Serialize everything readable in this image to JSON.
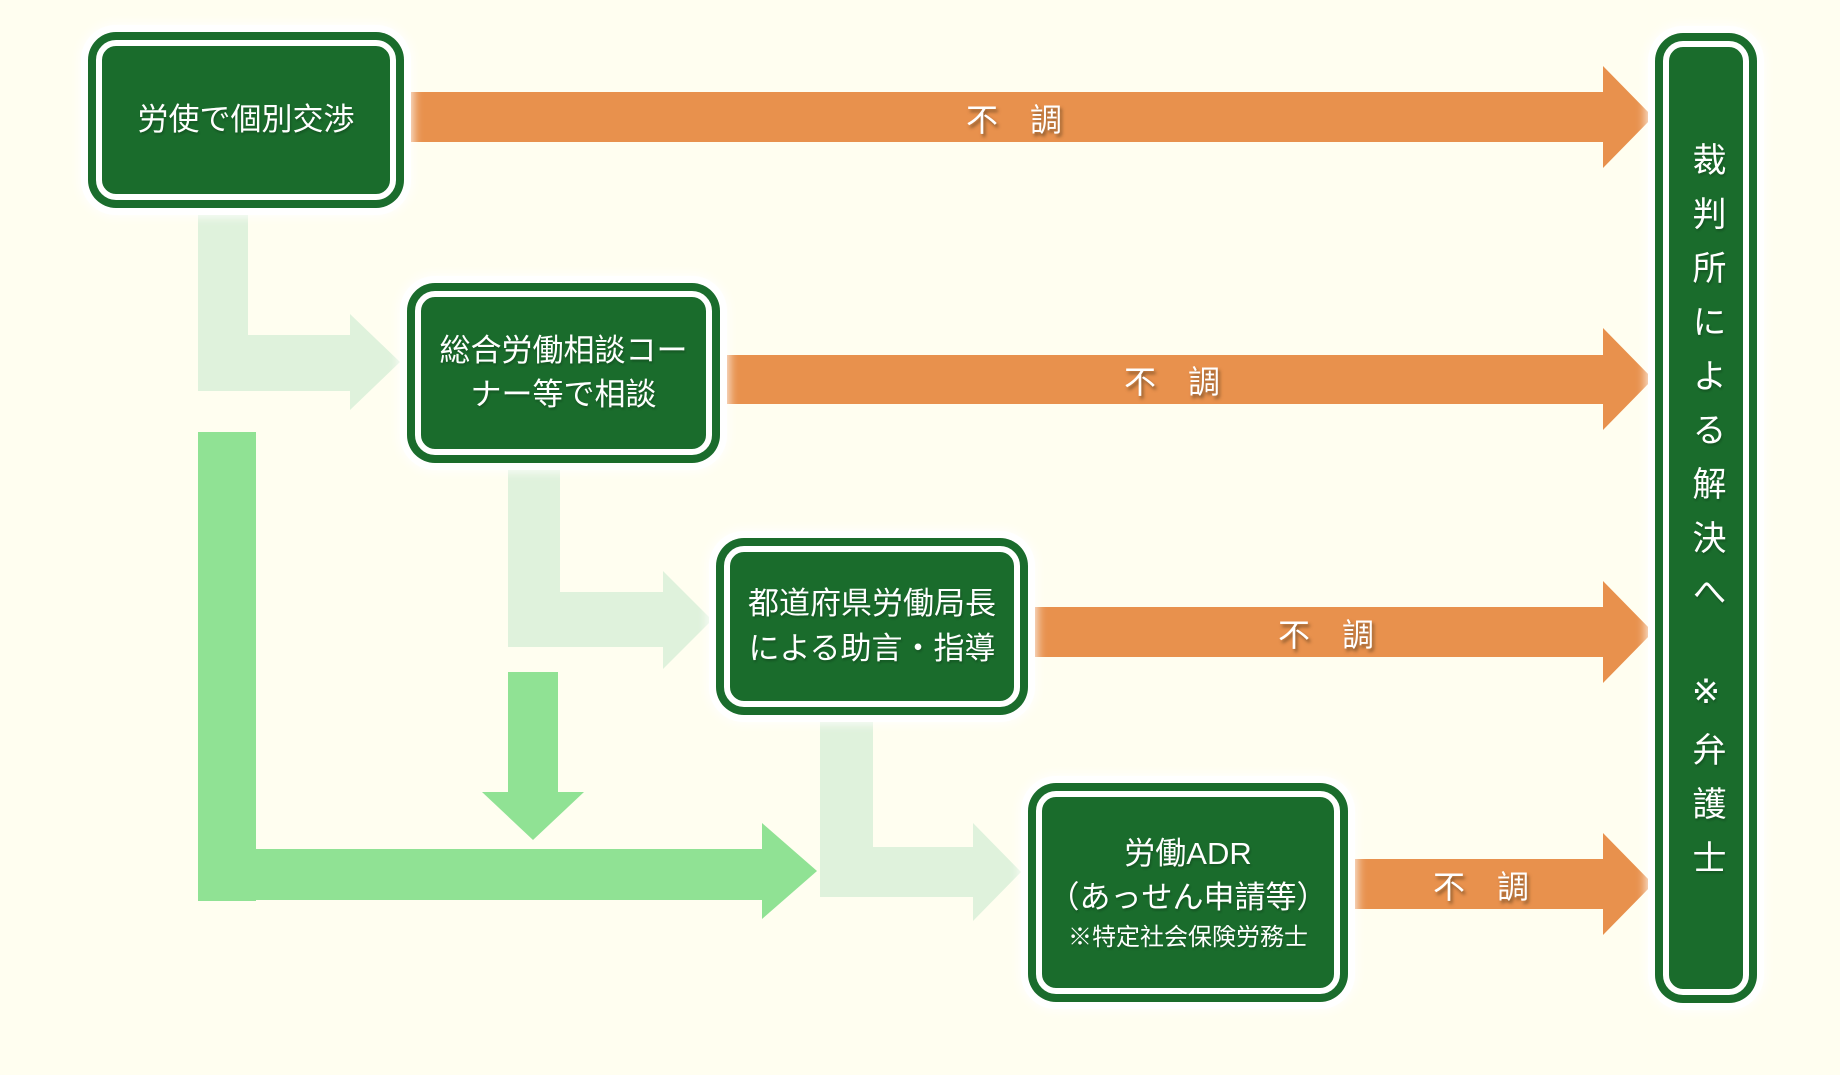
{
  "colors": {
    "background": "#FFFEF0",
    "box_green": "#1A6C2C",
    "arrow_orange": "#E8914D",
    "arrow_green": "#90E294",
    "arrow_pale_green": "#DFF2DC",
    "text_white": "#FFFFFF"
  },
  "nodes": {
    "negotiation": {
      "label": "労使で個別交渉"
    },
    "consultation": {
      "lines": [
        "総合労働相談コー",
        "ナー等で相談"
      ]
    },
    "advice": {
      "lines": [
        "都道府県労働局長",
        "による助言・指導"
      ]
    },
    "adr": {
      "lines": [
        "労働ADR",
        "（あっせん申請等）"
      ],
      "note": "※特定社会保険労務士"
    },
    "court": {
      "label": "裁判所による解決へ",
      "note": "※弁護士"
    }
  },
  "edge_labels": {
    "negotiation_to_court": "不　調",
    "consultation_to_court": "不　調",
    "advice_to_court": "不　調",
    "adr_to_court": "不　調"
  }
}
